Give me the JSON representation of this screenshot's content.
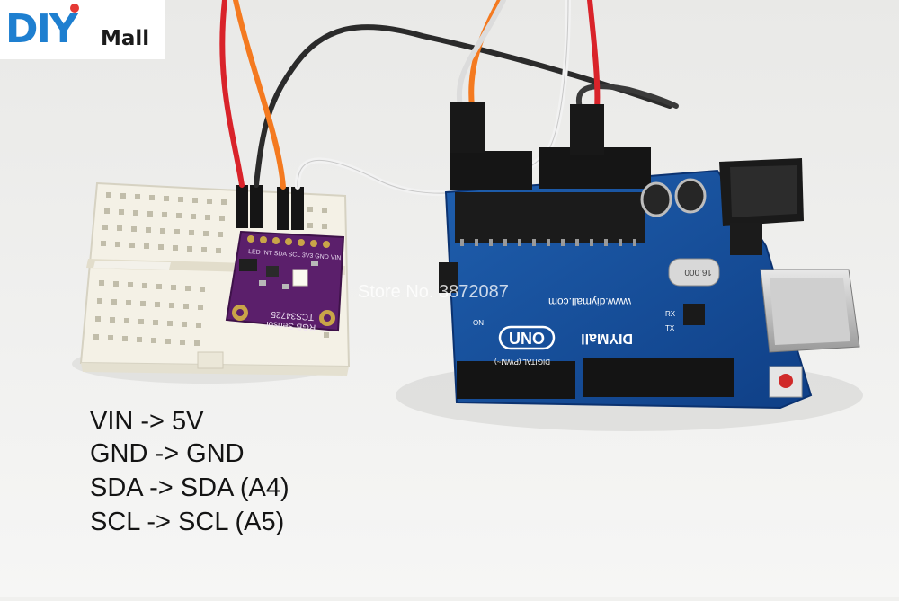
{
  "logo": {
    "diy": "DIY",
    "mall": "Mall"
  },
  "wiring": [
    "VIN -> 5V",
    "GND -> GND",
    "SDA -> SDA (A4)",
    "SCL -> SCL (A5)"
  ],
  "watermark": "Store No. 3872087",
  "sensor_board": {
    "chip": "TCS34725",
    "name": "RGB Sensor",
    "pins": "LED INT SDA SCL 3V3 GND VIN"
  },
  "arduino_board": {
    "model": "UNO",
    "brand": "DIYMall",
    "url": "www.diymall.com",
    "crystal": "16.000",
    "header_label": "DIGITAL (PWM~)",
    "on_label": "ON",
    "rx_label": "RX",
    "tx_label": "TX"
  }
}
